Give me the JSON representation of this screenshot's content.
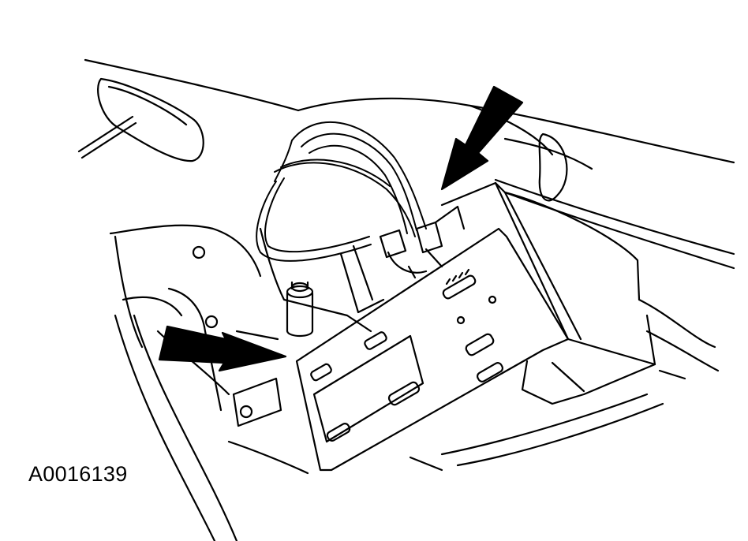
{
  "figure": {
    "id": "A0016139"
  },
  "colors": {
    "line": "#000000",
    "background": "#ffffff",
    "arrow": "#000000"
  },
  "callouts": [
    {
      "name": "arrow-upper-right",
      "points_to": "wiring-connectors"
    },
    {
      "name": "arrow-lower-left",
      "points_to": "module-bracket-edge"
    }
  ]
}
